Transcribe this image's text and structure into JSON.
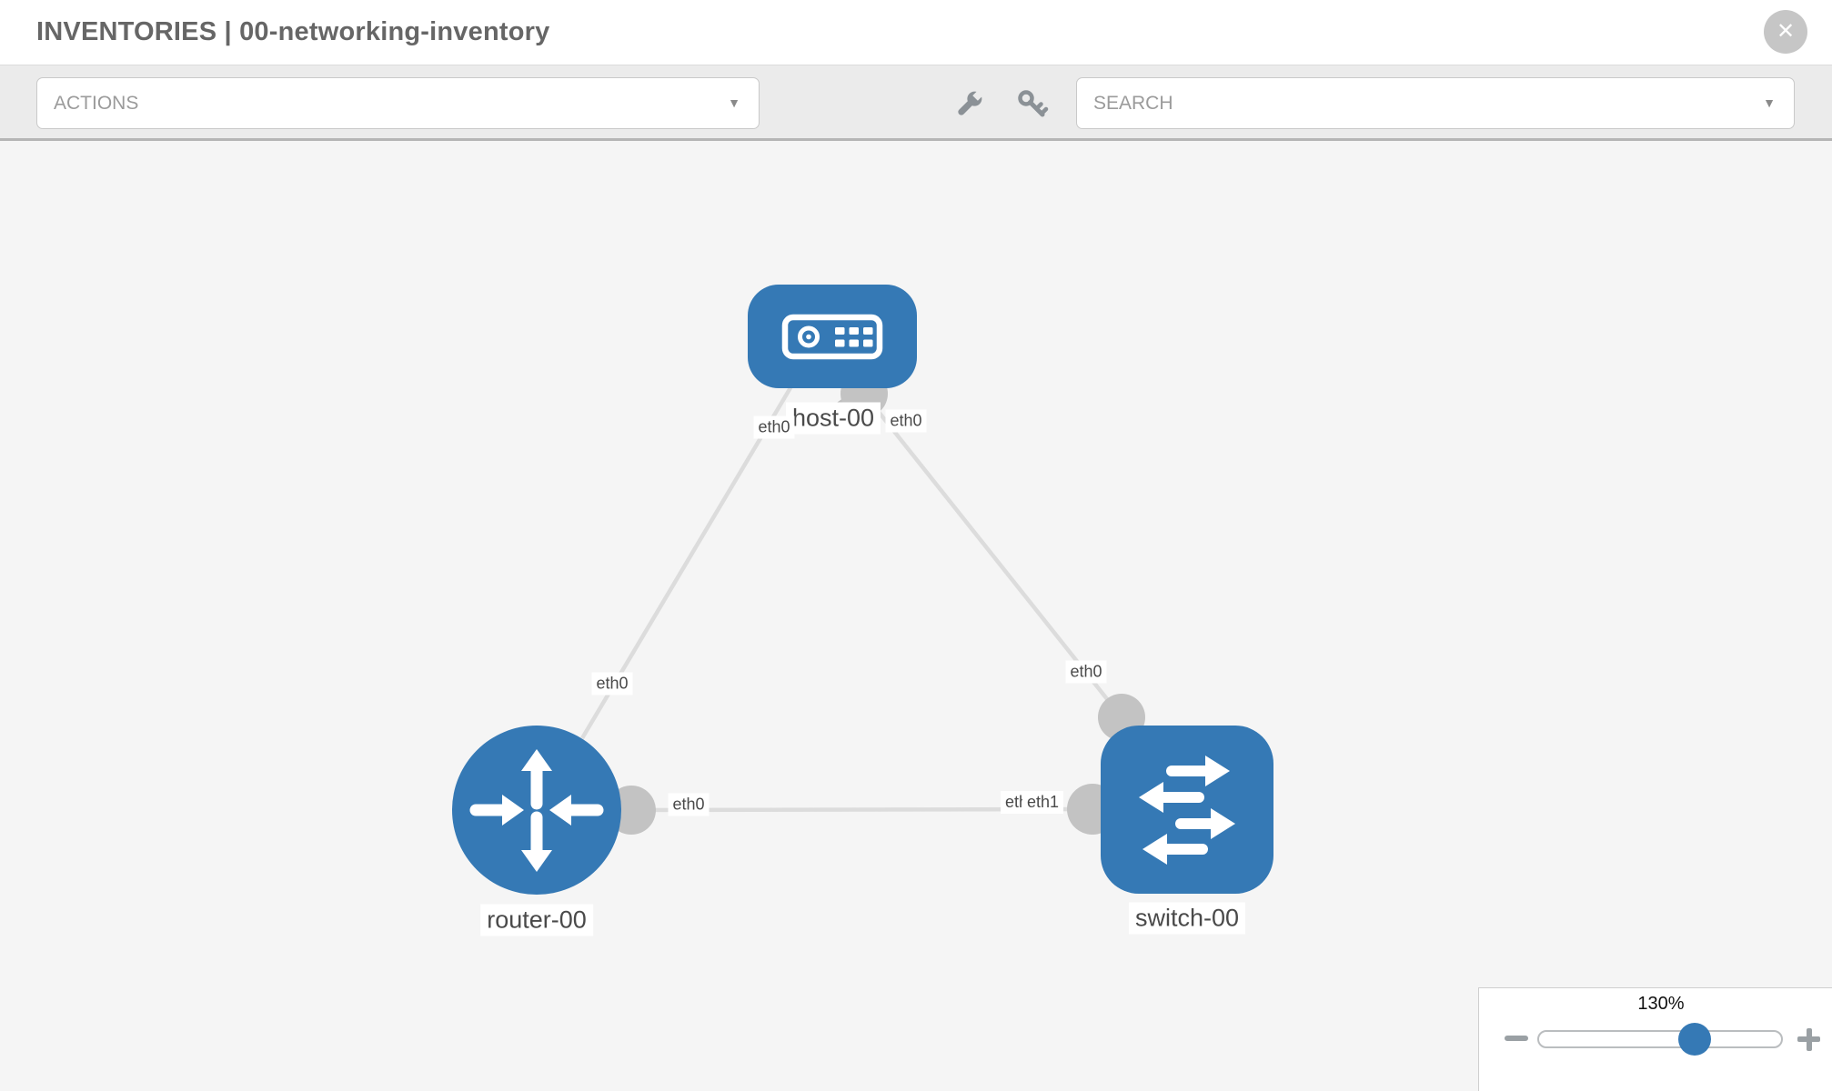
{
  "header": {
    "title": "INVENTORIES | 00-networking-inventory"
  },
  "glyphs": {
    "caret_down": "▼",
    "close": "✕"
  },
  "toolbar": {
    "actions_dropdown": {
      "value": "ACTIONS"
    },
    "search_dropdown": {
      "value": "SEARCH"
    },
    "tools": [
      {
        "icon": "wrench-icon"
      },
      {
        "icon": "key-icon"
      }
    ]
  },
  "topology": {
    "nodes": [
      {
        "label": "host-00",
        "type": "host",
        "icon": "server-icon"
      },
      {
        "label": "router-00",
        "type": "router",
        "icon": "router-arrows-icon"
      },
      {
        "label": "switch-00",
        "type": "switch",
        "icon": "switch-arrows-icon"
      }
    ],
    "links": [
      {
        "from": "host-00",
        "from_interface": "eth0",
        "to": "router-00",
        "to_interface": "eth0"
      },
      {
        "from": "host-00",
        "from_interface": "eth0",
        "to": "switch-00",
        "to_interface": "eth0"
      },
      {
        "from": "router-00",
        "from_interface": "eth0",
        "to": "switch-00",
        "to_interface": "eth1"
      }
    ],
    "interface_labels": {
      "host_left": "eth0",
      "host_right": "eth0",
      "router_top": "eth0",
      "router_right": "eth0",
      "switch_top": "eth0",
      "switch_left_back": "eth0",
      "switch_left_front": "eth1"
    }
  },
  "zoom_control": {
    "level": "130%"
  },
  "colors": {
    "node_blue": "#3579b5",
    "link_gray": "#dcdcdc",
    "connector_gray": "#c3c3c3",
    "toolbar_bg": "#ebebeb",
    "canvas_bg": "#f5f5f5"
  }
}
